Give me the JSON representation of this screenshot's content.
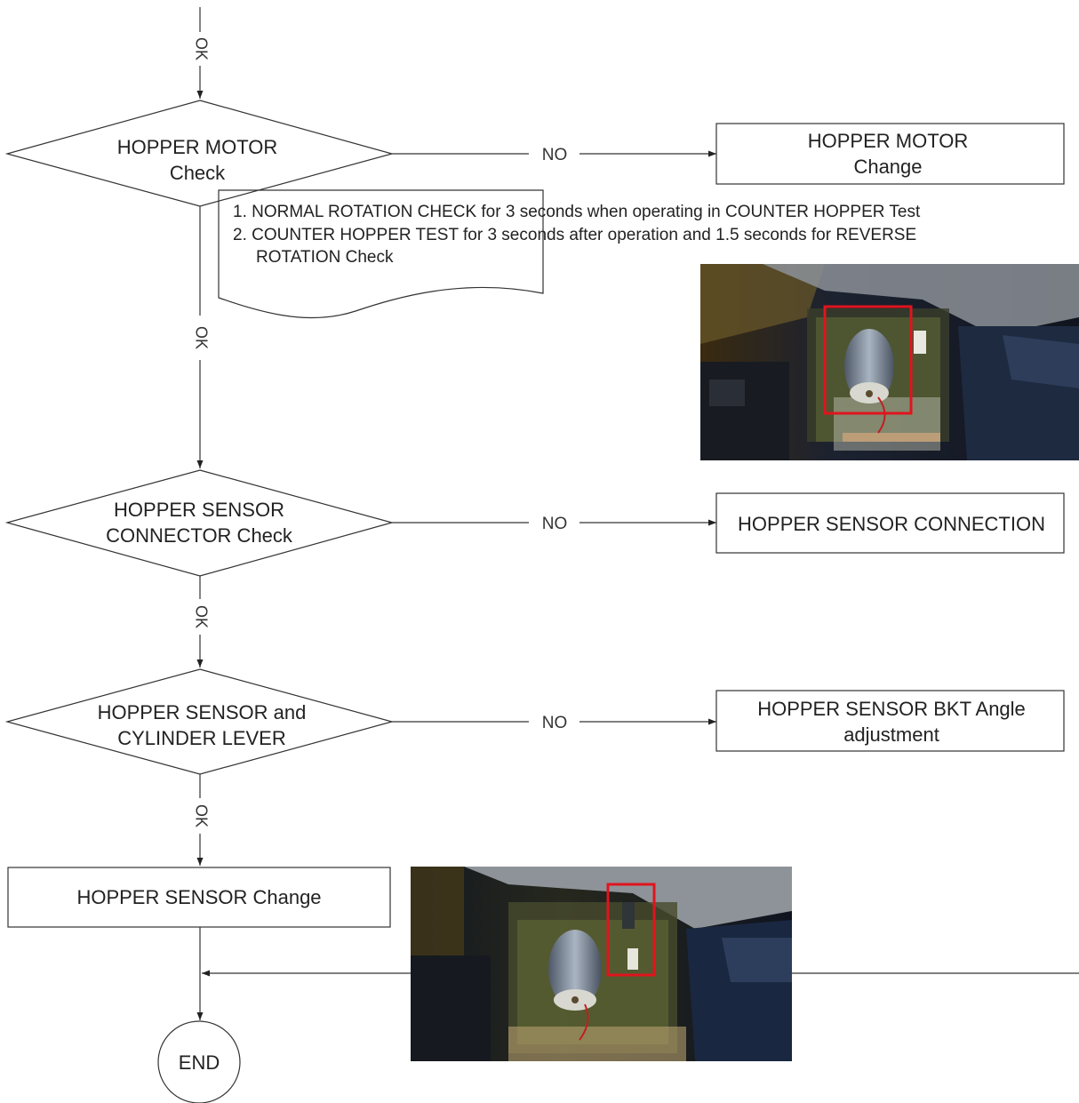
{
  "labels": {
    "ok": "OK",
    "no": "NO"
  },
  "decisions": {
    "motor_check": [
      "HOPPER MOTOR",
      "Check"
    ],
    "sensor_connector_check": [
      "HOPPER SENSOR",
      "CONNECTOR Check"
    ],
    "sensor_lever_check": [
      "HOPPER SENSOR and",
      "CYLINDER LEVER"
    ]
  },
  "actions": {
    "motor_change": [
      "HOPPER MOTOR",
      "Change"
    ],
    "sensor_connection": "HOPPER SENSOR CONNECTION",
    "bkt_adjustment": [
      "HOPPER SENSOR BKT Angle",
      "adjustment"
    ],
    "sensor_change": "HOPPER SENSOR Change"
  },
  "note": {
    "line1": "1. NORMAL ROTATION CHECK for 3 seconds when operating in COUNTER HOPPER Test",
    "line2": "2. COUNTER HOPPER TEST for 3 seconds after operation and 1.5 seconds for REVERSE",
    "line3": "ROTATION Check"
  },
  "terminal": {
    "end": "END"
  },
  "colors": {
    "line": "#333333",
    "highlight": "#e0141e"
  }
}
